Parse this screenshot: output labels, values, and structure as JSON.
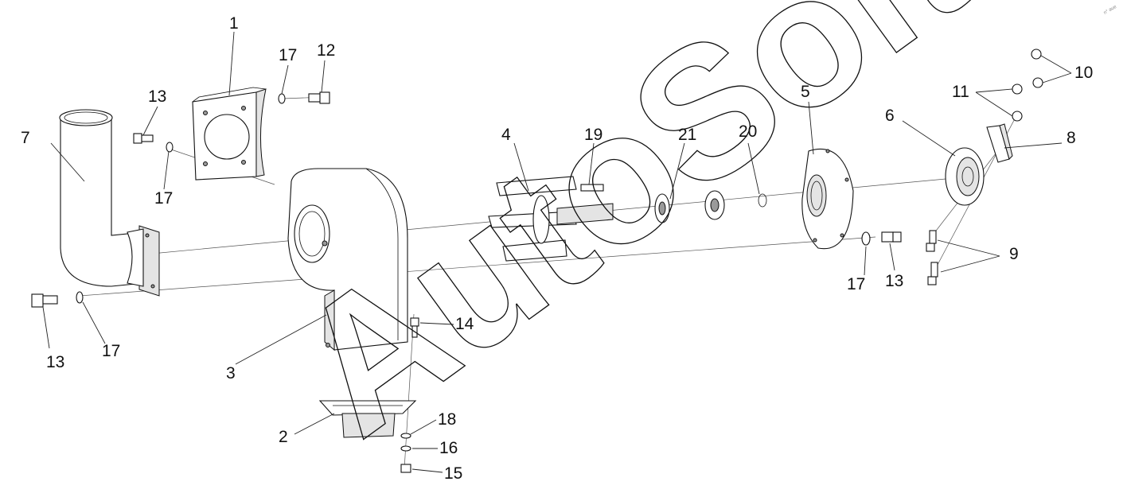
{
  "watermark": "AutoSoft",
  "corner_mark": "n° aue",
  "callouts": {
    "c1": "1",
    "c2": "2",
    "c3": "3",
    "c4": "4",
    "c5": "5",
    "c6": "6",
    "c7": "7",
    "c8": "8",
    "c9": "9",
    "c10": "10",
    "c11": "11",
    "c12": "12",
    "c13a": "13",
    "c13b": "13",
    "c13c": "13",
    "c14": "14",
    "c15": "15",
    "c16": "16",
    "c17a": "17",
    "c17b": "17",
    "c17c": "17",
    "c17d": "17",
    "c18": "18",
    "c19": "19",
    "c20": "20",
    "c21": "21"
  }
}
